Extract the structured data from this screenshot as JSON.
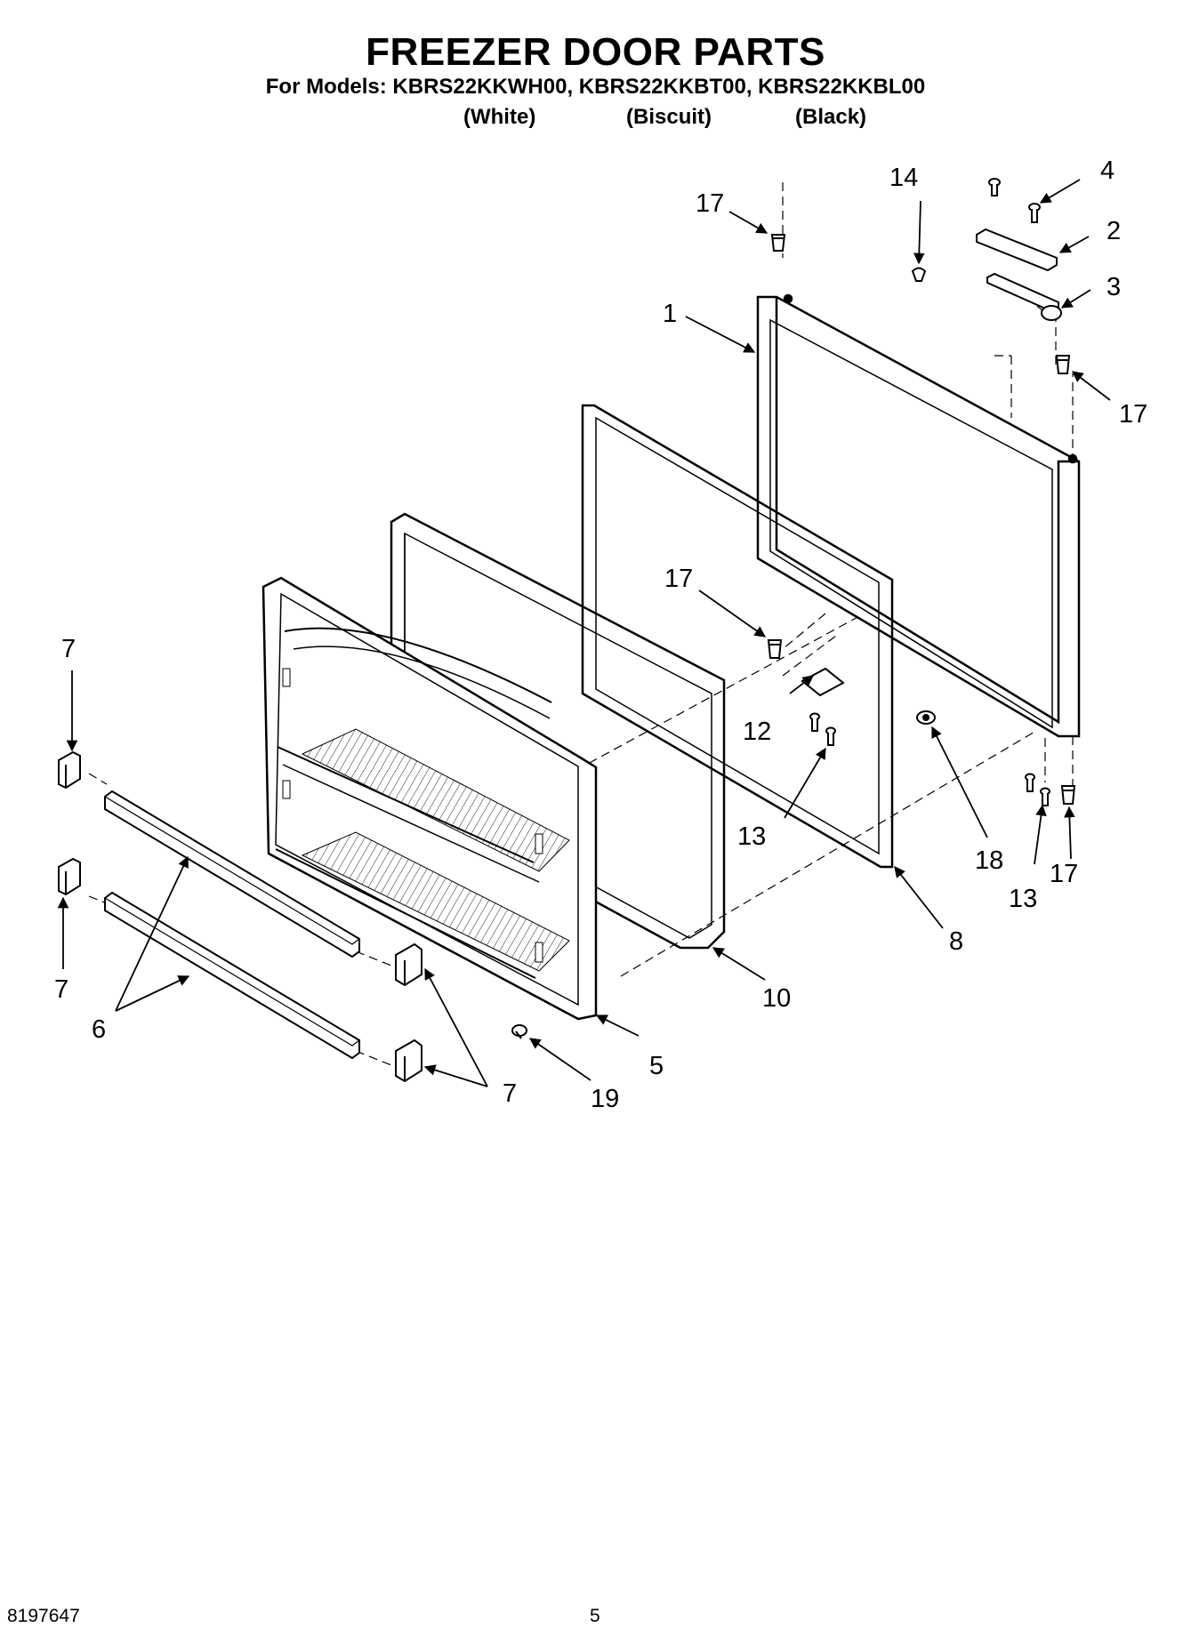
{
  "header": {
    "title": "FREEZER DOOR PARTS",
    "models_line": "For Models: KBRS22KKWH00, KBRS22KKBT00, KBRS22KKBL00",
    "colors": [
      "(White)",
      "(Biscuit)",
      "(Black)"
    ]
  },
  "callouts": {
    "c1": "1",
    "c2": "2",
    "c3": "3",
    "c4": "4",
    "c5": "5",
    "c6": "6",
    "c7a": "7",
    "c7b": "7",
    "c7c": "7",
    "c8": "8",
    "c10": "10",
    "c12": "12",
    "c13a": "13",
    "c13b": "13",
    "c14": "14",
    "c17a": "17",
    "c17b": "17",
    "c17c": "17",
    "c17d": "17",
    "c18": "18",
    "c19": "19"
  },
  "footer": {
    "doc_number": "8197647",
    "page_number": "5"
  }
}
